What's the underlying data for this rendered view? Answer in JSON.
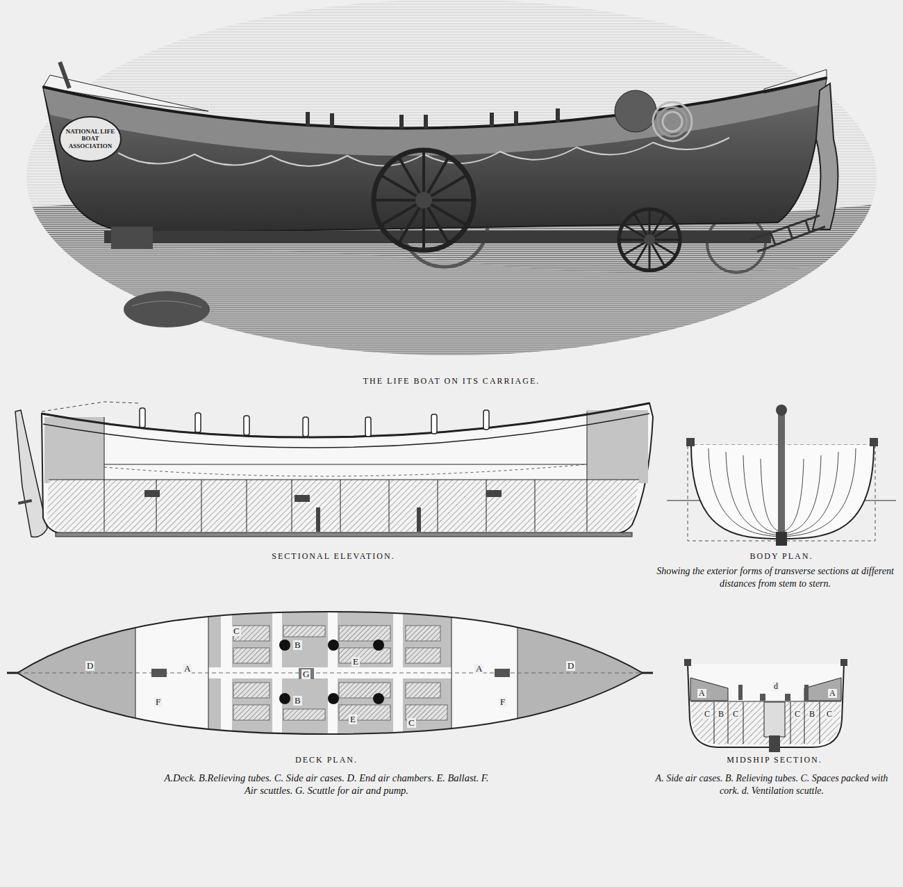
{
  "diagram": {
    "labels": [
      "NATIONAL LIFE BOAT ASSOCIATION",
      "THE LIFE BOAT ON ITS CARRIAGE.",
      "SECTIONAL ELEVATION.",
      "BODY PLAN.",
      "Showing the exterior forms of transverse sections at different distances from stem to stern.",
      "D",
      "A",
      "F",
      "C",
      "B",
      "G",
      "E",
      "B",
      "E",
      "C",
      "A",
      "F",
      "D",
      "DECK PLAN.",
      "A.Deck. B.Relieving tubes. C. Side air cases. D. End air chambers. E. Ballast. F. Air scuttles. G. Scuttle for air and pump.",
      "A",
      "d",
      "A",
      "C",
      "B",
      "C",
      "C",
      "B",
      "C",
      "MIDSHIP SECTION.",
      "A. Side air cases. B. Relieving tubes. C. Spaces packed with cork. d. Ventilation scuttle."
    ]
  }
}
